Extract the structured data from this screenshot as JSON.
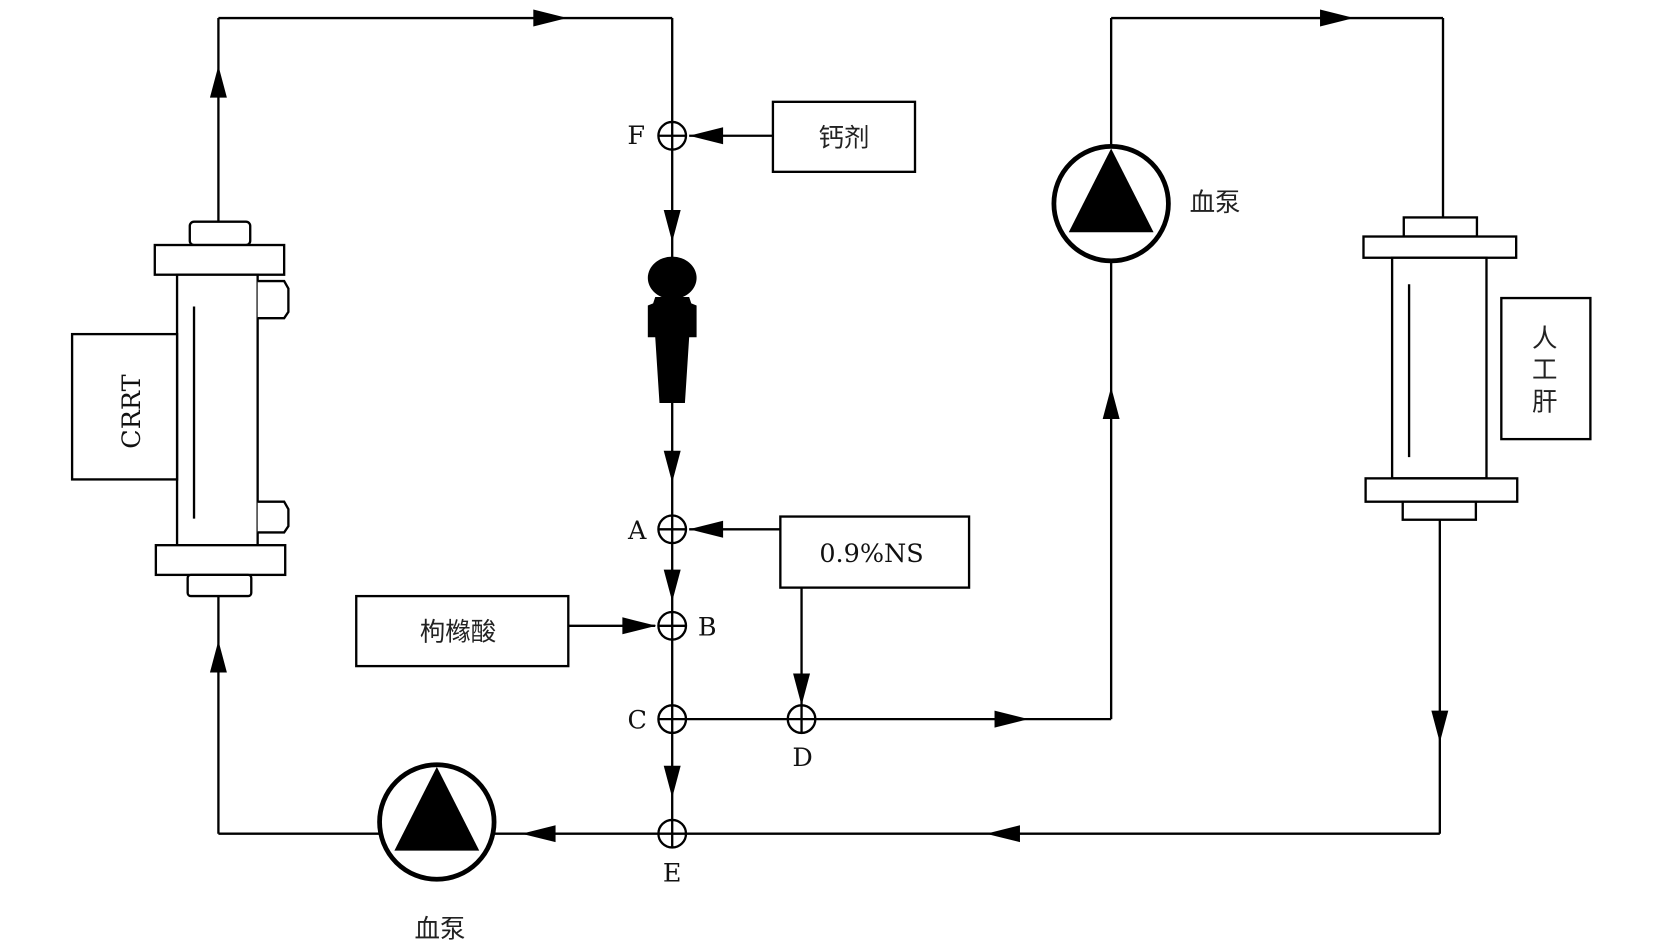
{
  "diagram": {
    "type": "flow-schematic",
    "devices": {
      "crrt_label": "CRRT",
      "artificial_liver_label": [
        "人",
        "工",
        "肝"
      ]
    },
    "reagents": {
      "calcium": "钙剂",
      "saline": "0.9%NS",
      "citrate": "枸橼酸"
    },
    "pumps": {
      "top_pump_label": "血泵",
      "bottom_pump_label": "血泵"
    },
    "junctions": {
      "F": "F",
      "A": "A",
      "B": "B",
      "C": "C",
      "D": "D",
      "E": "E"
    },
    "connections": [
      {
        "from": "CRRT",
        "to": "F",
        "direction": "right"
      },
      {
        "from": "钙剂",
        "to": "F"
      },
      {
        "from": "F",
        "to": "patient"
      },
      {
        "from": "patient",
        "to": "A"
      },
      {
        "from": "0.9%NS",
        "to": "A"
      },
      {
        "from": "A",
        "to": "B"
      },
      {
        "from": "枸橼酸",
        "to": "B"
      },
      {
        "from": "B",
        "to": "C"
      },
      {
        "from": "0.9%NS",
        "to": "D"
      },
      {
        "from": "C",
        "to": "D"
      },
      {
        "from": "D",
        "to": "血泵 (top)"
      },
      {
        "from": "血泵 (top)",
        "to": "人工肝"
      },
      {
        "from": "人工肝",
        "to": "E"
      },
      {
        "from": "C",
        "to": "E"
      },
      {
        "from": "E",
        "to": "血泵 (bottom)"
      },
      {
        "from": "血泵 (bottom)",
        "to": "CRRT"
      }
    ]
  }
}
